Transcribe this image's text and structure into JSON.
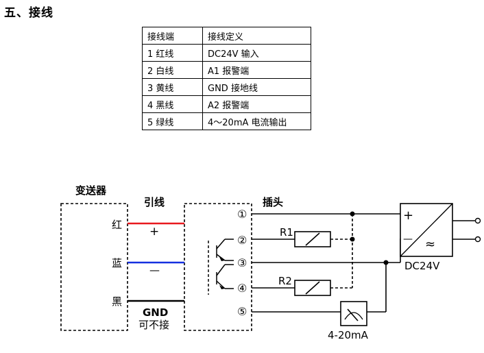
{
  "heading": "五、接线",
  "table": {
    "headers": [
      "接线端",
      "接线定义"
    ],
    "rows": [
      [
        "1 红线",
        "DC24V 输入"
      ],
      [
        "2 白线",
        "A1 报警端"
      ],
      [
        "3 黄线",
        "GND 接地线"
      ],
      [
        "4 黑线",
        "A2 报警端"
      ],
      [
        "5 绿线",
        "4～20mA 电流输出"
      ]
    ]
  },
  "diagram": {
    "transmitter_label": "变送器",
    "lead_label": "引线",
    "plug_label": "插头",
    "wire_red": "红",
    "wire_blue": "蓝",
    "wire_black": "黑",
    "plus": "+",
    "minus": "—",
    "gnd": "GND",
    "no_connect": "可不接",
    "pins": [
      "①",
      "②",
      "③",
      "④",
      "⑤"
    ],
    "r1": "R1",
    "r2": "R2",
    "psu_plus": "+",
    "psu_minus": "—",
    "psu_symbol": "≈",
    "psu_label": "DC24V",
    "meter_label": "4-20mA",
    "colors": {
      "red": "#e8191f",
      "blue": "#1530e0",
      "black": "#000000"
    }
  }
}
